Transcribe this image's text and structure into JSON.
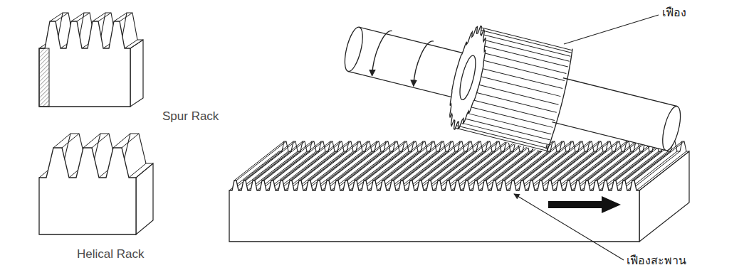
{
  "diagram": {
    "labels": [
      "Spur Rack",
      "Helical Rack",
      "เฟือง",
      "เฟืองสะพาน"
    ]
  }
}
